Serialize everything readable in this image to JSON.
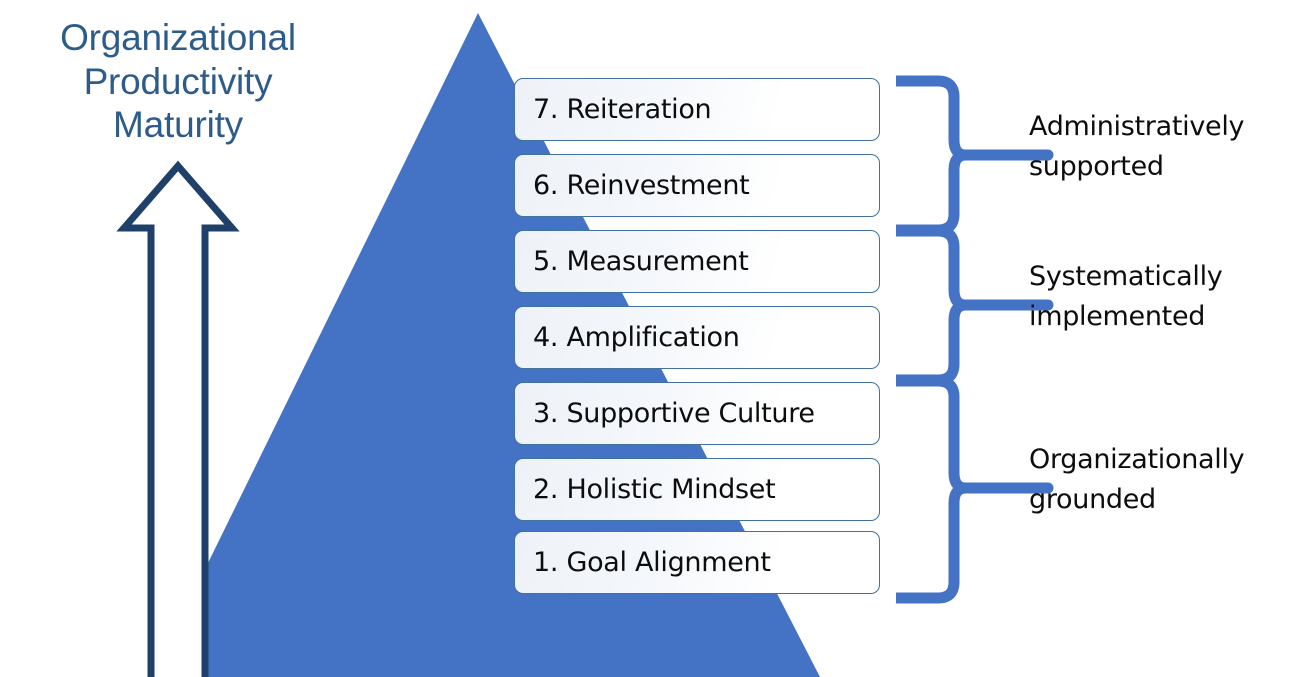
{
  "diagram": {
    "title": "Organizational\nProductivity\nMaturity",
    "title_color": "#2E5C8A",
    "pyramid_color": "#4472C4",
    "arrow_color": "#1F4068",
    "brace_color": "#4472C4",
    "arrow_name": "maturity-growth-arrow"
  },
  "stages": [
    {
      "label": "7. Reiteration"
    },
    {
      "label": "6. Reinvestment"
    },
    {
      "label": "5. Measurement"
    },
    {
      "label": "4. Amplification"
    },
    {
      "label": "3. Supportive Culture"
    },
    {
      "label": "2. Holistic Mindset"
    },
    {
      "label": "1. Goal Alignment"
    }
  ],
  "groups": [
    {
      "label": "Administratively\nsupported",
      "stages": [
        7,
        6
      ]
    },
    {
      "label": "Systematically\nimplemented",
      "stages": [
        5,
        4
      ]
    },
    {
      "label": "Organizationally\ngrounded",
      "stages": [
        3,
        2,
        1
      ]
    }
  ]
}
